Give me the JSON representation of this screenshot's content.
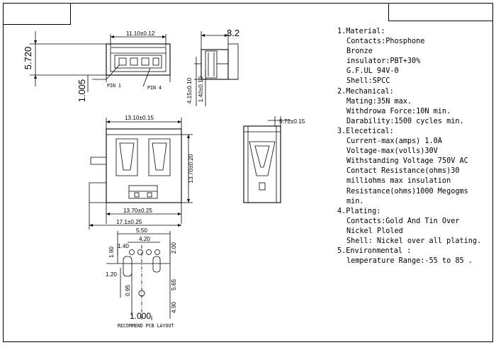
{
  "drawing": {
    "top_view": {
      "dim_width": "11.10±0.12",
      "dim_height": "5.720",
      "dim_offset": "1.005",
      "pin1_label": "PIN 1",
      "pin4_label": "PIN 4"
    },
    "side_view": {
      "dim_top": "3.2",
      "dim_left": "4.15±0.10",
      "dim_left_inner": "1.40±0.10"
    },
    "front_view": {
      "dim_top": "13.10±0.15",
      "dim_right": "13.70±0.20",
      "dim_bottom_inner": "13.70±0.25",
      "dim_bottom_outer": "17.1±0.25"
    },
    "end_view": {
      "dim_top": "5.72±0.15"
    },
    "pcb_layout": {
      "dim_550": "5.50",
      "dim_420": "4.20",
      "dim_190": "1.90",
      "dim_140": "1.40",
      "dim_200": "2.00",
      "dim_120": "1.20",
      "dim_095": "0.95",
      "dim_565": "5.65",
      "dim_490": "4.90",
      "dim_100": "1.000",
      "caption": "RECOMMEND PCB LAYOUT"
    }
  },
  "spec": {
    "sections": [
      {
        "heading": "1.Material:",
        "lines": [
          "Contacts:Phosphone",
          "Bronze",
          "insulator:PBT+30%",
          "G.F.UL    94V-0",
          "Shell:SPCC"
        ]
      },
      {
        "heading": "2.Mechanical:",
        "lines": [
          "Mating:35N max.",
          "Withdrowa Force:10N min.",
          "Darability:1500 cycles min."
        ]
      },
      {
        "heading": "3.Elecetical:",
        "lines": [
          "Current-max(amps) 1.0A",
          "Voltage-max(volls)30V",
          "Withstanding Voltage 750V AC",
          "Contact Resistance(ohms)30",
          "milliohms max insulation",
          "Resistance(ohms)1000 Megogms",
          "min."
        ]
      },
      {
        "heading": "4.Plating:",
        "lines": [
          "Contacts:Gold And Tin Over",
          "Nickel Ploled",
          "Shell: Nickel over all plating."
        ]
      },
      {
        "heading": "5.Environmental :",
        "lines": [
          "lemperature Range:-55 to 85  ."
        ]
      }
    ]
  }
}
